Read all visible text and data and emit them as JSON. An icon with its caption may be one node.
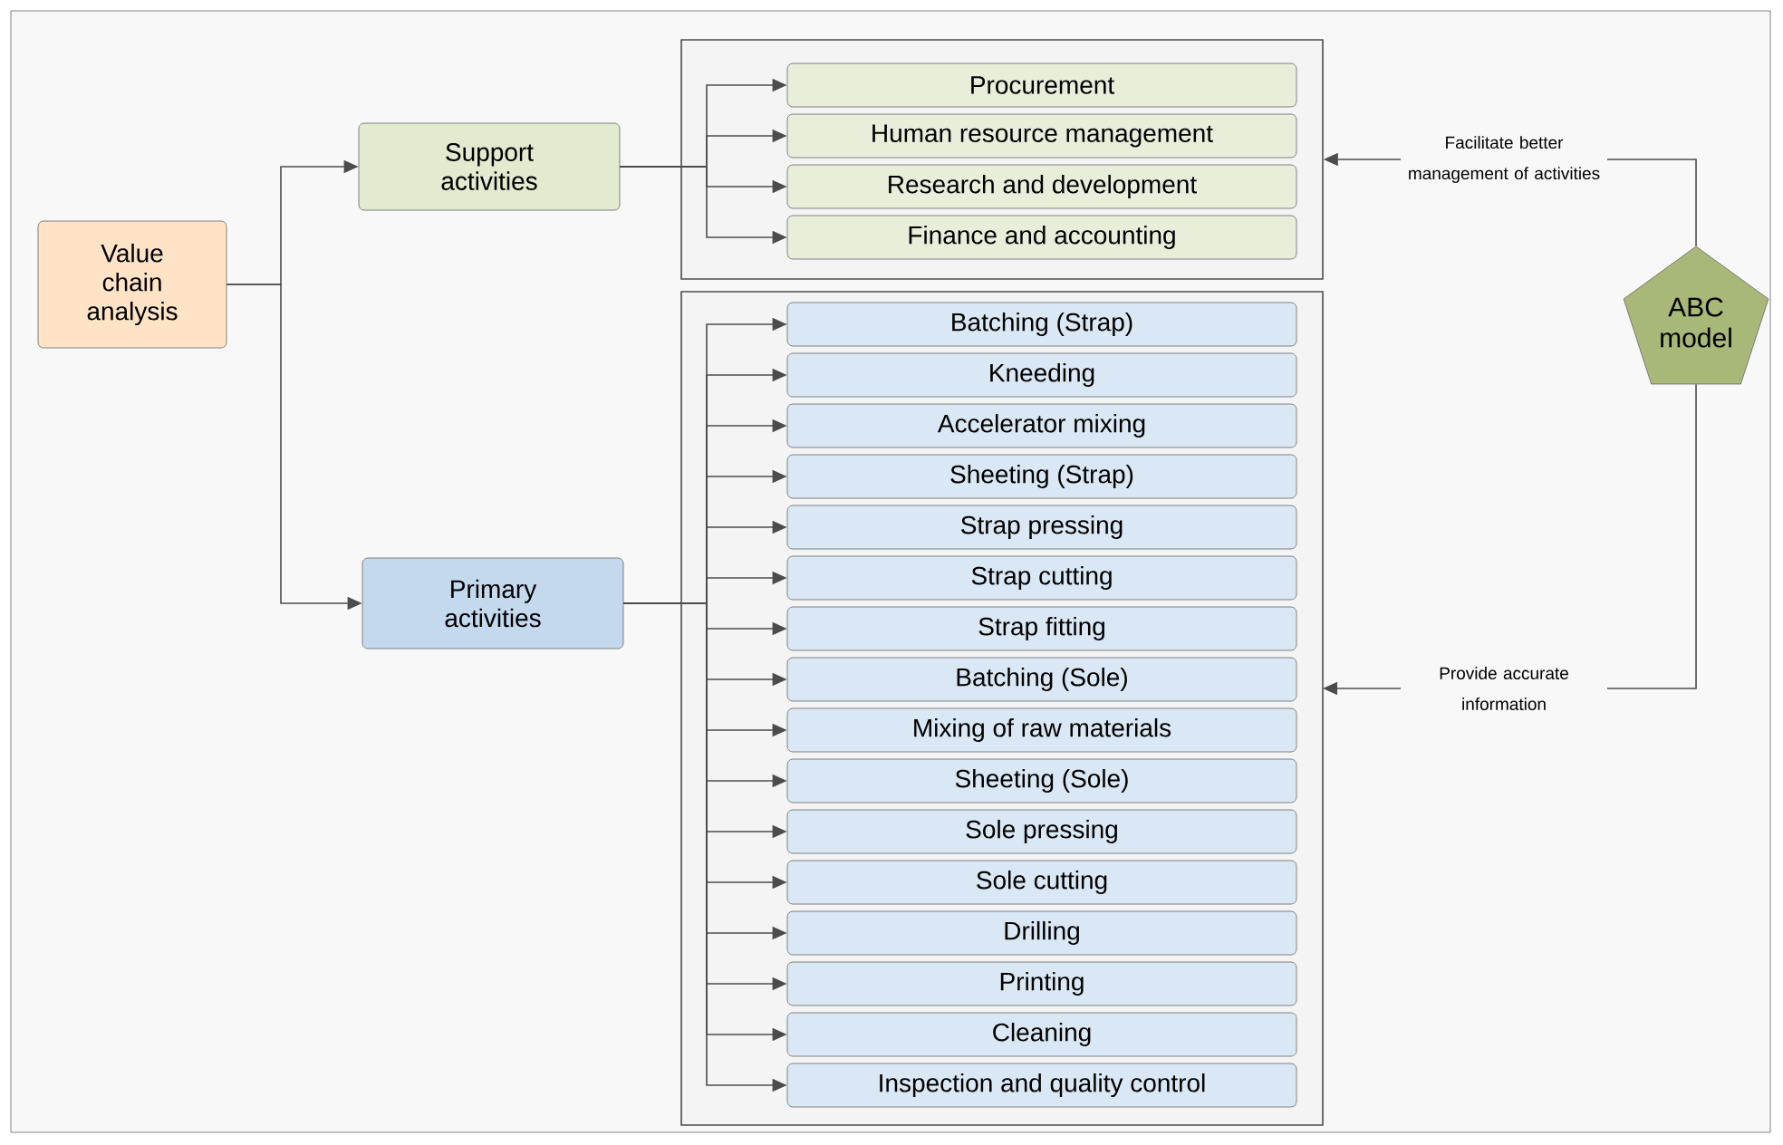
{
  "diagram": {
    "nodes": [
      {
        "text": [
          "Value chain analysis"
        ]
      },
      {
        "text": [
          "Support activities"
        ]
      },
      {
        "text": [
          "Primary activities"
        ]
      },
      {
        "text": [],
        "shape": "box"
      },
      {
        "text": [
          "Procurement"
        ],
        "in": 3
      },
      {
        "text": [
          "Human resource management"
        ],
        "in": 3
      },
      {
        "text": [
          "Research and development"
        ],
        "in": 3
      },
      {
        "text": [
          "Finance and accounting"
        ],
        "in": 3
      },
      {
        "text": [],
        "shape": "box"
      },
      {
        "text": [
          "Batching (Strap)"
        ],
        "in": 8
      },
      {
        "text": [
          "Kneeding"
        ],
        "in": 8
      },
      {
        "text": [
          "Accelerator mixing"
        ],
        "in": 8
      },
      {
        "text": [
          "Sheeting (Strap)"
        ],
        "in": 8
      },
      {
        "text": [
          "Strap pressing"
        ],
        "in": 8
      },
      {
        "text": [
          "Strap cutting"
        ],
        "in": 8
      },
      {
        "text": [
          "Strap fitting"
        ],
        "in": 8
      },
      {
        "text": [
          "Batching (Sole)"
        ],
        "in": 8
      },
      {
        "text": [
          "Mixing of raw materials"
        ],
        "in": 8
      },
      {
        "text": [
          "Sheeting (Sole)"
        ],
        "in": 8
      },
      {
        "text": [
          "Sole pressing"
        ],
        "in": 8
      },
      {
        "text": [
          "Sole cutting"
        ],
        "in": 8
      },
      {
        "text": [
          "Drilling"
        ],
        "in": 8
      },
      {
        "text": [
          "Printing"
        ],
        "in": 8
      },
      {
        "text": [
          "Cleaning"
        ],
        "in": 8
      },
      {
        "text": [
          "Inspection and quality control"
        ],
        "in": 8
      },
      {
        "text": [
          "ABC model"
        ]
      }
    ],
    "edges": [
      {
        "from": 0,
        "to": 1,
        "arrow": "to"
      },
      {
        "from": 0,
        "to": 2,
        "arrow": "to"
      },
      {
        "from": 1,
        "to": 4,
        "arrow": "to"
      },
      {
        "from": 1,
        "to": 5,
        "arrow": "to"
      },
      {
        "from": 1,
        "to": 6,
        "arrow": "to"
      },
      {
        "from": 1,
        "to": 7,
        "arrow": "to"
      },
      {
        "from": 2,
        "to": 9,
        "arrow": "to"
      },
      {
        "from": 2,
        "to": 10,
        "arrow": "to"
      },
      {
        "from": 2,
        "to": 11,
        "arrow": "to"
      },
      {
        "from": 2,
        "to": 12,
        "arrow": "to"
      },
      {
        "from": 2,
        "to": 13,
        "arrow": "to"
      },
      {
        "from": 2,
        "to": 14,
        "arrow": "to"
      },
      {
        "from": 2,
        "to": 15,
        "arrow": "to"
      },
      {
        "from": 2,
        "to": 16,
        "arrow": "to"
      },
      {
        "from": 2,
        "to": 17,
        "arrow": "to"
      },
      {
        "from": 2,
        "to": 18,
        "arrow": "to"
      },
      {
        "from": 2,
        "to": 19,
        "arrow": "to"
      },
      {
        "from": 2,
        "to": 20,
        "arrow": "to"
      },
      {
        "from": 2,
        "to": 21,
        "arrow": "to"
      },
      {
        "from": 2,
        "to": 22,
        "arrow": "to"
      },
      {
        "from": 2,
        "to": 23,
        "arrow": "to"
      },
      {
        "from": 2,
        "to": 24,
        "arrow": "to"
      },
      {
        "from": 25,
        "to": 3,
        "arrow": "to",
        "label": "Facilitate better management of activities"
      },
      {
        "from": 25,
        "to": 8,
        "arrow": "to",
        "label": "Provide accurate information"
      }
    ]
  }
}
